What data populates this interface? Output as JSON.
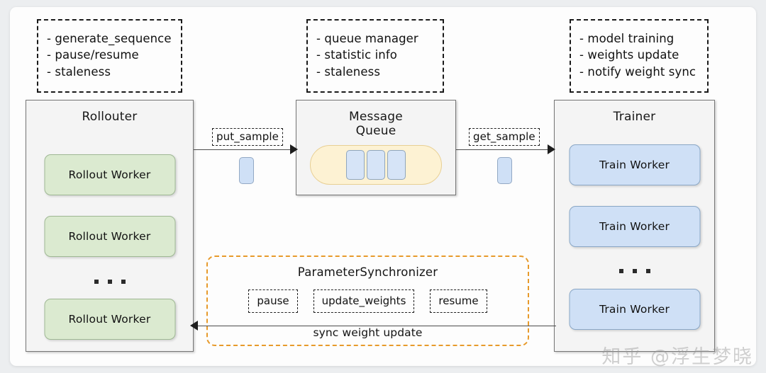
{
  "diagram": {
    "notes": [
      {
        "id": "rollouter",
        "lines": [
          "- generate_sequence",
          "- pause/resume",
          "- staleness"
        ]
      },
      {
        "id": "queue",
        "lines": [
          "- queue manager",
          "- statistic info",
          "- staleness"
        ]
      },
      {
        "id": "trainer",
        "lines": [
          "- model training",
          "- weights update",
          "- notify weight sync"
        ]
      }
    ],
    "rollouter": {
      "title": "Rollouter",
      "workers": [
        "Rollout Worker",
        "Rollout Worker",
        "Rollout Worker"
      ]
    },
    "queue": {
      "title_line1": "Message",
      "title_line2": "Queue",
      "slots": 3
    },
    "trainer": {
      "title": "Trainer",
      "workers": [
        "Train Worker",
        "Train Worker",
        "Train Worker"
      ]
    },
    "arrows": {
      "put_sample": "put_sample",
      "get_sample": "get_sample",
      "sync_weight_update": "sync weight update"
    },
    "param_sync": {
      "title": "ParameterSynchronizer",
      "steps": [
        "pause",
        "update_weights",
        "resume"
      ]
    },
    "watermark": "知乎 @浮生梦晓",
    "colors": {
      "rollout_worker_fill": "#dbead0",
      "train_worker_fill": "#cfe0f6",
      "queue_pill_fill": "#fdf2d3",
      "param_sync_border": "#e79a2b",
      "panel_fill": "#f4f4f4",
      "canvas_bg": "#eceef0"
    }
  }
}
